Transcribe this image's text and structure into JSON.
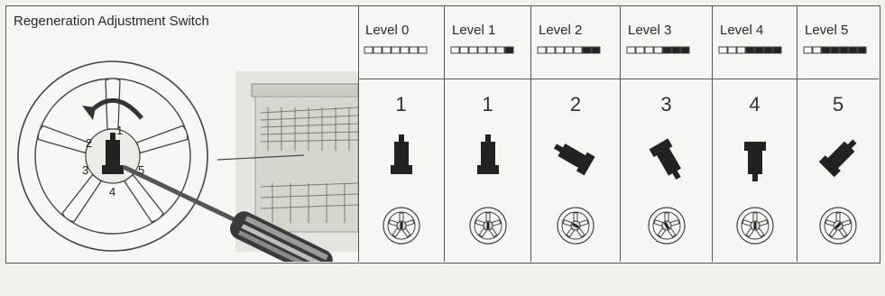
{
  "title": "Regeneration Adjustment Switch",
  "dial_numbers": [
    "1",
    "2",
    "3",
    "4",
    "5"
  ],
  "levels": [
    {
      "label": "Level 0",
      "position": "1",
      "filled": 0,
      "rotation": 0
    },
    {
      "label": "Level 1",
      "position": "1",
      "filled": 1,
      "rotation": 0
    },
    {
      "label": "Level 2",
      "position": "2",
      "filled": 2,
      "rotation": -60
    },
    {
      "label": "Level 3",
      "position": "3",
      "filled": 3,
      "rotation": 150
    },
    {
      "label": "Level 4",
      "position": "4",
      "filled": 4,
      "rotation": 180
    },
    {
      "label": "Level 5",
      "position": "5",
      "filled": 5,
      "rotation": 45
    }
  ],
  "colors": {
    "ink": "#333333",
    "border": "#555555",
    "paper": "#f7f6f2"
  }
}
